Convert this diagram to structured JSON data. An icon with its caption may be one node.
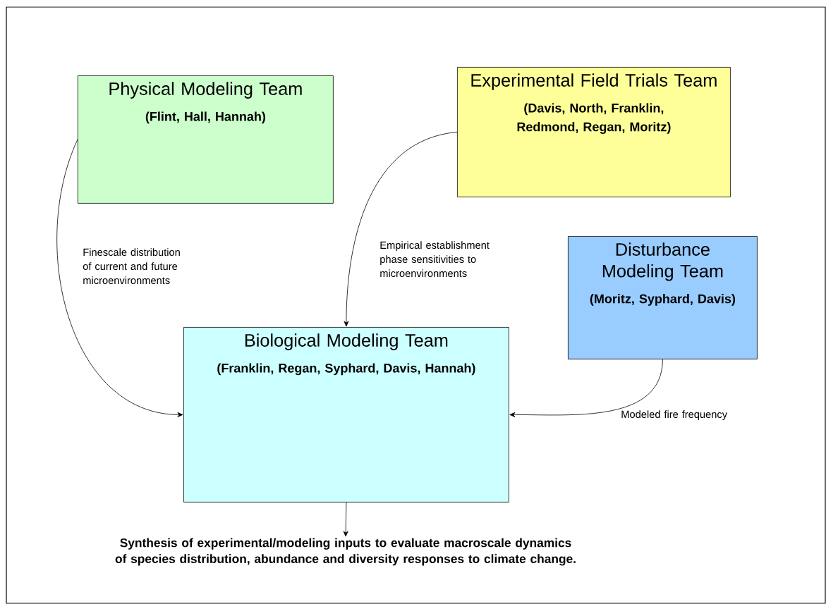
{
  "diagram": {
    "nodes": [
      {
        "text": [
          "Physical Modeling Team",
          "(Flint, Hall, Hannah)"
        ]
      },
      {
        "text": [
          "Experimental Field Trials Team",
          "(Davis, North, Franklin, Redmond, Regan, Moritz)"
        ]
      },
      {
        "text": [
          "Disturbance Modeling Team",
          "(Moritz, Syphard, Davis)"
        ]
      },
      {
        "text": [
          "Biological Modeling Team",
          "(Franklin, Regan, Syphard, Davis, Hannah)"
        ]
      },
      {
        "text": [
          "Synthesis of experimental/modeling inputs to evaluate macroscale dynamics of species distribution, abundance and diversity responses to climate change."
        ]
      }
    ],
    "edges": [
      {
        "from": 0,
        "to": 3,
        "arrow": "to",
        "label": "Finescale distribution of current and future microenvironments"
      },
      {
        "from": 1,
        "to": 3,
        "arrow": "to",
        "label": "Empirical establishment phase sensitivities to microenvironments"
      },
      {
        "from": 2,
        "to": 3,
        "arrow": "to",
        "label": "Modeled fire frequency"
      },
      {
        "from": 3,
        "to": 4,
        "arrow": "to"
      }
    ]
  }
}
